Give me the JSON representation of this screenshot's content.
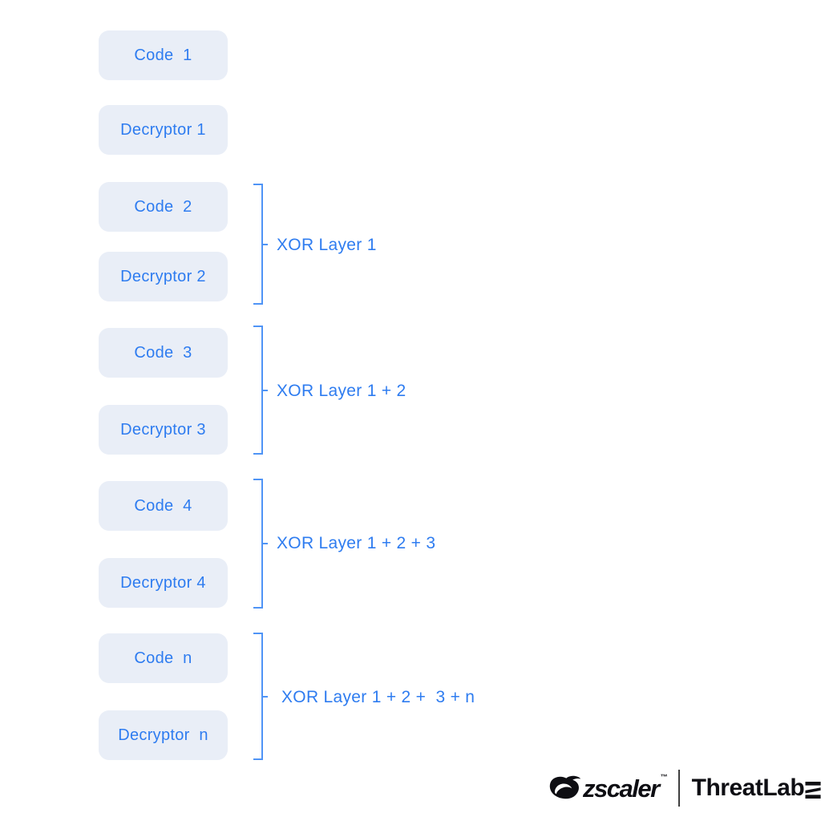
{
  "diagram": {
    "boxes": [
      {
        "label": "Code  1"
      },
      {
        "label": "Decryptor 1"
      },
      {
        "label": "Code  2"
      },
      {
        "label": "Decryptor 2"
      },
      {
        "label": "Code  3"
      },
      {
        "label": "Decryptor 3"
      },
      {
        "label": "Code  4"
      },
      {
        "label": "Decryptor 4"
      },
      {
        "label": "Code  n"
      },
      {
        "label": "Decryptor  n"
      }
    ],
    "brackets": [
      {
        "label": "XOR Layer 1",
        "spans": [
          "Code  2",
          "Decryptor 2"
        ]
      },
      {
        "label": "XOR Layer 1 + 2",
        "spans": [
          "Code  3",
          "Decryptor 3"
        ]
      },
      {
        "label": "XOR Layer 1 + 2 + 3",
        "spans": [
          "Code  4",
          "Decryptor 4"
        ]
      },
      {
        "label": "XOR Layer 1 + 2 +  3 + n",
        "spans": [
          "Code  n",
          "Decryptor  n"
        ]
      }
    ],
    "colors": {
      "background": "#ffffff",
      "box_fill": "#e9eef7",
      "box_text": "#2e7cf0",
      "bracket_stroke": "#4f94f6",
      "label_text": "#2e7cf0",
      "logo_ink": "#0e0e13"
    }
  },
  "footer": {
    "zscaler_wordmark": "zscaler",
    "trademark": "™",
    "threatlabz_prefix": "ThreatLab",
    "threatlabz_z": "z"
  }
}
